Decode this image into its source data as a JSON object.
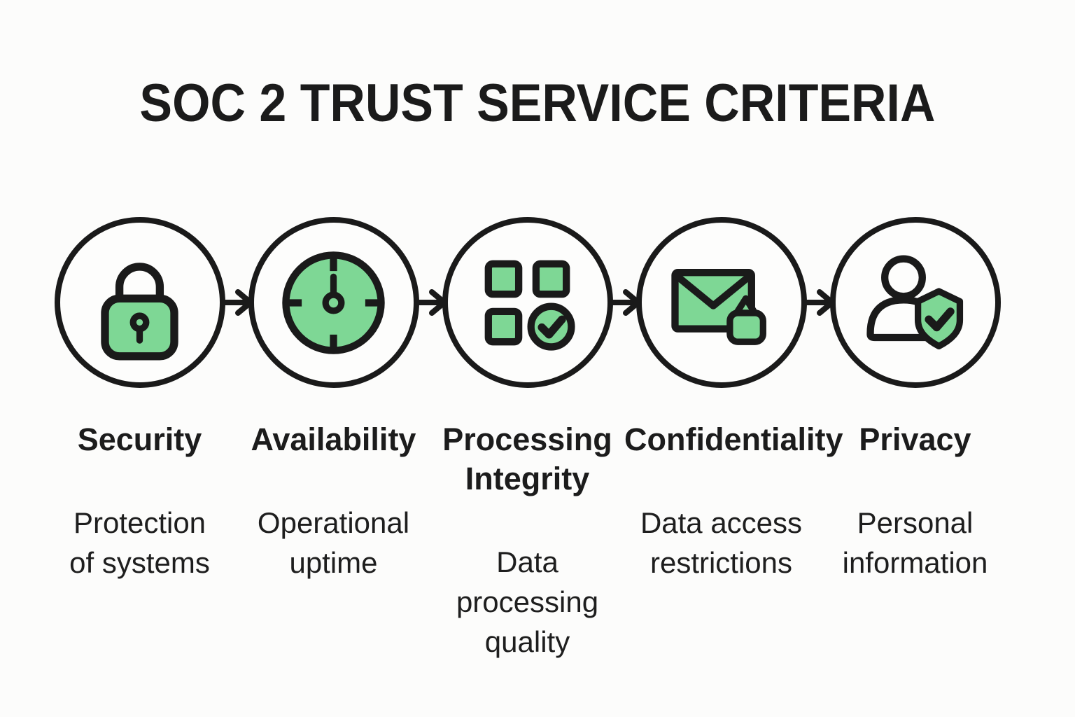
{
  "title": "SOC 2 TRUST SERVICE CRITERIA",
  "colors": {
    "accent_green": "#7ed795",
    "outline_black": "#1a1a1a",
    "background": "#fcfcfb"
  },
  "connector_icon": "arrow-right-icon",
  "criteria": [
    {
      "icon": "padlock-icon",
      "label": "Security",
      "description": "Protection of systems"
    },
    {
      "icon": "clock-icon",
      "label": "Availability",
      "description": "Operational uptime"
    },
    {
      "icon": "grid-check-icon",
      "label": "Processing Integrity",
      "description": "Data processing quality"
    },
    {
      "icon": "envelope-lock-icon",
      "label": "Confidentiality",
      "description": "Data access restrictions"
    },
    {
      "icon": "user-shield-icon",
      "label": "Privacy",
      "description": "Personal information"
    }
  ]
}
